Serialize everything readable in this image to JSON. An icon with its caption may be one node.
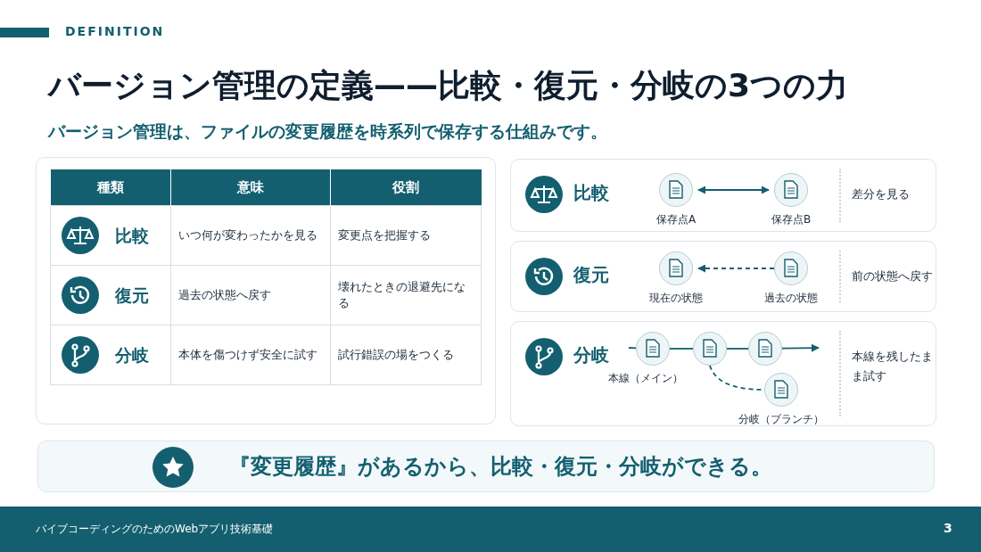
{
  "diagram": {
    "title": "バージョン管理の定義——比較・復元・分岐の3つの力",
    "nodes": [
      {
        "text": [
          "比較",
          "差分を見る"
        ]
      },
      {
        "text": [],
        "shape": "circle",
        "beside": [
          "保存点A"
        ],
        "in": 0
      },
      {
        "text": [],
        "shape": "circle",
        "beside": [
          "保存点B"
        ],
        "in": 0
      },
      {
        "text": [
          "復元",
          "前の状態へ戻す"
        ]
      },
      {
        "text": [],
        "shape": "circle",
        "beside": [
          "現在の状態"
        ],
        "in": 3
      },
      {
        "text": [],
        "shape": "circle",
        "beside": [
          "過去の状態"
        ],
        "in": 3
      },
      {
        "text": [
          "分岐",
          "本線を残したまま試す"
        ]
      },
      {
        "text": [],
        "shape": "circle",
        "beside": [
          "本線（メイン）"
        ],
        "in": 6
      },
      {
        "text": [],
        "shape": "circle",
        "in": 6
      },
      {
        "text": [],
        "shape": "circle",
        "in": 6
      },
      {
        "text": [],
        "shape": "circle",
        "beside": [
          "分岐（ブランチ）"
        ],
        "in": 6
      },
      {
        "text": [
          "『変更履歴』があるから、比較・復元・分岐ができる。"
        ]
      }
    ],
    "edges": [
      {
        "from": 1,
        "to": 2,
        "arrow": "both"
      },
      {
        "from": 5,
        "to": 4,
        "arrow": "to",
        "style": "dashed"
      },
      {
        "from": null,
        "to": 7,
        "arrow": "none"
      },
      {
        "from": 7,
        "to": 8,
        "arrow": "none"
      },
      {
        "from": 8,
        "to": 9,
        "arrow": "none"
      },
      {
        "from": 9,
        "to": null,
        "arrow": "to"
      },
      {
        "from": 8,
        "to": 10,
        "arrow": "none",
        "style": "dashed"
      }
    ],
    "labels": [
      "DEFINITION",
      "バージョン管理は、ファイルの変更履歴を時系列で保存する仕組みです。",
      "種類",
      "意味",
      "役割",
      "比較",
      "いつ何が変わったかを見る",
      "変更点を把握する",
      "復元",
      "過去の状態へ戻す",
      "壊れたときの退避先になる",
      "分岐",
      "本体を傷つけず安全に試す",
      "試行錯誤の場をつくる",
      "バイブコーディングのためのWebアプリ技術基礎",
      "3"
    ]
  }
}
